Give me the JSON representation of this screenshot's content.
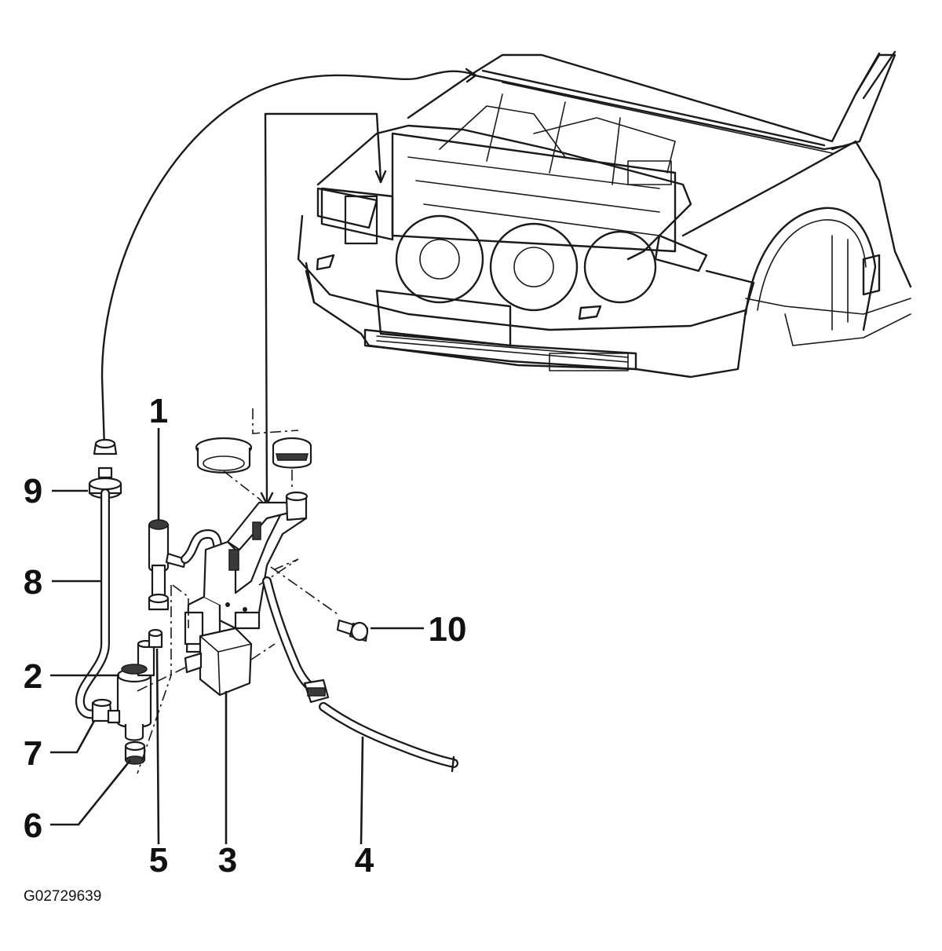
{
  "callouts": {
    "c1": "1",
    "c2": "2",
    "c3": "3",
    "c4": "4",
    "c5": "5",
    "c6": "6",
    "c7": "7",
    "c8": "8",
    "c9": "9",
    "c10": "10"
  },
  "figure_id": "G02729639"
}
